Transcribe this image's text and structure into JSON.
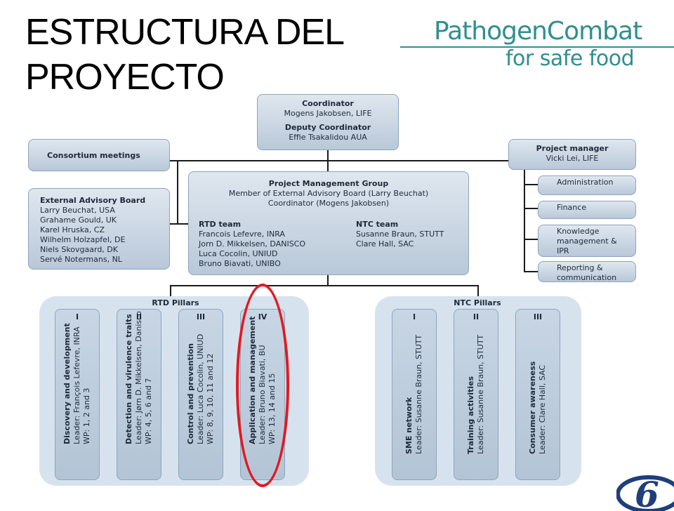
{
  "title": {
    "line1": "ESTRUCTURA DEL",
    "line2": "PROYECTO"
  },
  "logo": {
    "line1": "PathogenCombat",
    "line2": "for safe food"
  },
  "coordinator": {
    "title": "Coordinator",
    "name": "Mogens Jakobsen, LIFE",
    "deputy_title": "Deputy Coordinator",
    "deputy_name": "Effie Tsakalidou AUA"
  },
  "consortium": {
    "label": "Consortium meetings"
  },
  "eab": {
    "title": "External Advisory Board",
    "members": [
      "Larry Beuchat, USA",
      "Grahame Gould, UK",
      "Karel Hruska, CZ",
      "Wilhelm Holzapfel, DE",
      "Niels Skovgaard, DK",
      "Servé Notermans, NL"
    ]
  },
  "pmg": {
    "title": "Project Management Group",
    "line1": "Member of External Advisory Board (Larry Beuchat)",
    "line2": "Coordinator (Mogens Jakobsen)",
    "rtd_title": "RTD team",
    "rtd_members": [
      "Francois Lefevre, INRA",
      "Jorn D. Mikkelsen, DANISCO",
      "Luca Cocolin, UNIUD",
      "Bruno Biavati, UNIBO"
    ],
    "ntc_title": "NTC team",
    "ntc_members": [
      "Susanne Braun, STUTT",
      "Clare Hall, SAC"
    ]
  },
  "pm": {
    "title": "Project manager",
    "name": "Vicki Lei, LIFE",
    "sub": [
      "Administration",
      "Finance",
      "Knowledge management & IPR",
      "Reporting & communication"
    ]
  },
  "rtd_pillars": {
    "title": "RTD Pillars",
    "items": [
      {
        "num": "I",
        "title": "Discovery and development",
        "leader": "Leader: François Lefevre, INRA",
        "wp": "WP: 1, 2 and 3"
      },
      {
        "num": "II",
        "title": "Detection and virulence traits",
        "leader": "Leader: Jørn D. Mikkelsen, Danisco",
        "wp": "WP: 4, 5, 6 and 7"
      },
      {
        "num": "III",
        "title": "Control and prevention",
        "leader": "Leader: Luca Cocolin, UNIUD",
        "wp": "WP: 8, 9, 10, 11 and 12"
      },
      {
        "num": "IV",
        "title": "Application and management",
        "leader": "Leader: Bruno Biavati, BU",
        "wp": "WP: 13, 14 and 15"
      }
    ]
  },
  "ntc_pillars": {
    "title": "NTC Pillars",
    "items": [
      {
        "num": "I",
        "title": "SME network",
        "leader": "Leader: Susanne Braun, STUTT"
      },
      {
        "num": "II",
        "title": "Training activities",
        "leader": "Leader: Susanne Braun, STUTT"
      },
      {
        "num": "III",
        "title": "Consumer awareness",
        "leader": "Leader: Clare Hall, SAC"
      }
    ]
  },
  "colors": {
    "highlight": "#e01a22",
    "logo": "#2f8f8f",
    "box": "#c8d6e4"
  }
}
